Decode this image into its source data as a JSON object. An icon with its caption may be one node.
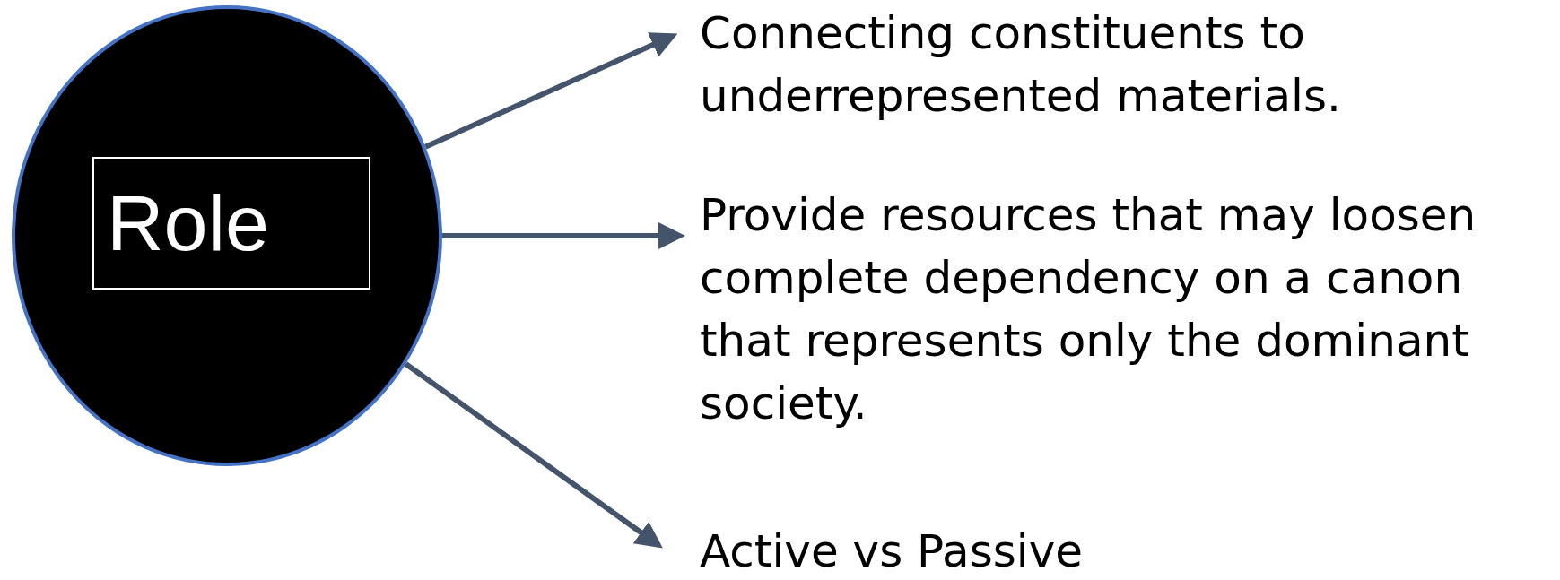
{
  "diagram": {
    "nodes": [
      {
        "text": [],
        "shape": "circle"
      },
      {
        "text": [
          "Role"
        ],
        "in": 0
      },
      {
        "text": [
          "Connecting constituents to underrepresented materials."
        ]
      },
      {
        "text": [
          "Provide resources that may loosen complete dependency on a canon that represents only the dominant society."
        ]
      },
      {
        "text": [
          "Active vs Passive"
        ]
      }
    ],
    "edges": [
      {
        "from": 0,
        "to": 2,
        "arrow": "to"
      },
      {
        "from": 0,
        "to": 3,
        "arrow": "to"
      },
      {
        "from": 0,
        "to": 4,
        "arrow": "to"
      }
    ]
  }
}
